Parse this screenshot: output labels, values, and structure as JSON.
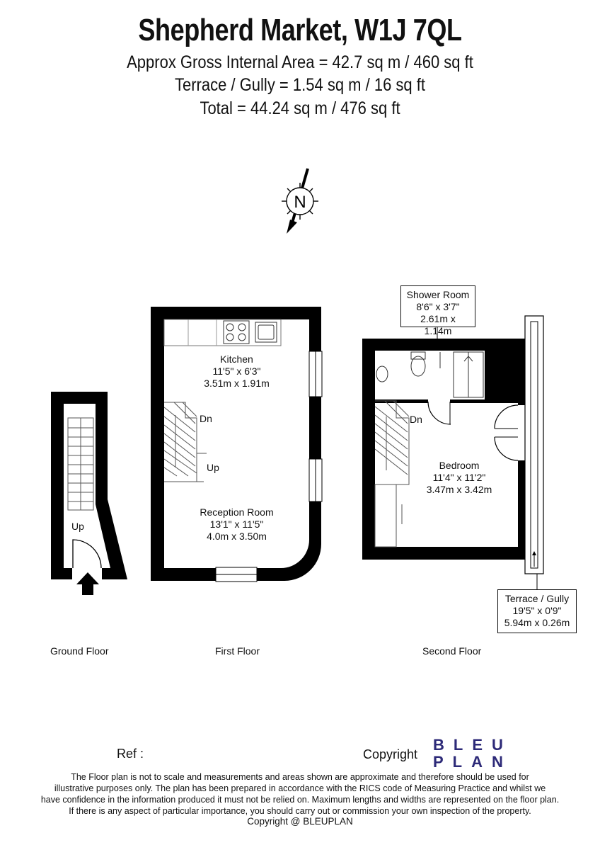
{
  "header": {
    "title": "Shepherd Market, W1J 7QL",
    "area_line": "Approx Gross Internal Area = 42.7 sq m / 460 sq ft",
    "terrace_line": "Terrace / Gully = 1.54 sq m / 16 sq ft",
    "total_line": "Total = 44.24 sq m / 476 sq ft"
  },
  "compass": {
    "label": "N"
  },
  "floors": {
    "ground": {
      "label": "Ground Floor",
      "stair_label": "Up"
    },
    "first": {
      "label": "First Floor",
      "kitchen": {
        "name": "Kitchen",
        "imperial": "11'5\" x 6'3\"",
        "metric": "3.51m x 1.91m"
      },
      "reception": {
        "name": "Reception Room",
        "imperial": "13'1\" x 11'5\"",
        "metric": "4.0m x 3.50m"
      },
      "stair_down": "Dn",
      "stair_up": "Up"
    },
    "second": {
      "label": "Second Floor",
      "shower": {
        "name": "Shower Room",
        "imperial": "8'6\" x 3'7\"",
        "metric": "2.61m x 1.14m"
      },
      "bedroom": {
        "name": "Bedroom",
        "imperial": "11'4\" x 11'2\"",
        "metric": "3.47m x 3.42m"
      },
      "terrace": {
        "name": "Terrace / Gully",
        "imperial": "19'5\" x 0'9\"",
        "metric": "5.94m x 0.26m"
      },
      "stair_down": "Dn"
    }
  },
  "footer": {
    "ref_label": "Ref  :",
    "copyright_label": "Copyright",
    "logo_line1": "BLEU",
    "logo_line2": "PLAN",
    "disclaimer": [
      "The Floor plan is not to scale and measurements and areas shown are approximate and therefore should be used for",
      "illustrative purposes only. The plan has been prepared in accordance with the RICS code of Measuring Practice and whilst we",
      "have confidence in the information produced it must not be relied on. Maximum lengths and widths are represented on the floor plan.",
      "If there is any aspect of particular importance, you should carry out or commission your own inspection of the property."
    ],
    "credit": "Copyright @ BLEUPLAN"
  },
  "colors": {
    "wall": "#000000",
    "logo": "#2d2a78",
    "fixture": "#555555"
  }
}
